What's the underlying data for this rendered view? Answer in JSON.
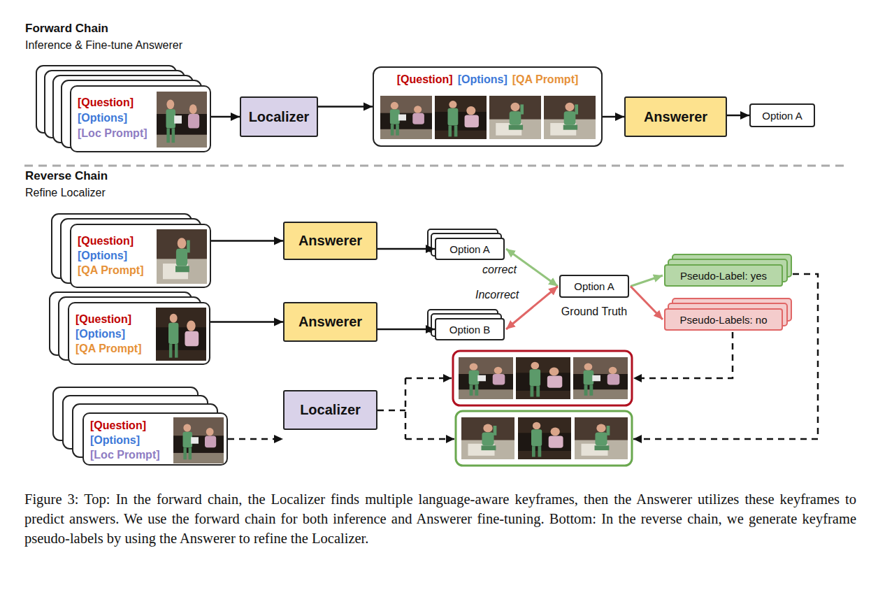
{
  "diagram": {
    "caption": "Figure 3: Top: In the forward chain, the Localizer finds multiple language-aware keyframes, then the Answerer utilizes these keyframes to predict answers. We use the forward chain for both inference and Answerer fine-tuning. Bottom: In the reverse chain, we generate keyframe pseudo-labels by using the Answerer to refine the Localizer.",
    "nodes": [
      {
        "text": [
          "[Question]",
          "[Options]",
          "[Loc Prompt]"
        ]
      },
      {
        "text": [
          "Localizer"
        ]
      },
      {
        "text": [
          "[Question]",
          "[Options]",
          "[QA Prompt]"
        ]
      },
      {
        "text": [
          "Answerer"
        ]
      },
      {
        "text": [
          "Option A"
        ]
      },
      {
        "text": [
          "[Question]",
          "[Options]",
          "[QA Prompt]"
        ]
      },
      {
        "text": [
          "Answerer"
        ]
      },
      {
        "text": [
          "Option A"
        ]
      },
      {
        "text": [
          "[Question]",
          "[Options]",
          "[QA Prompt]"
        ]
      },
      {
        "text": [
          "Answerer"
        ]
      },
      {
        "text": [
          "Option B"
        ]
      },
      {
        "text": [
          "Option A"
        ]
      },
      {
        "text": [
          "Pseudo-Label: yes"
        ]
      },
      {
        "text": [
          "Pseudo-Labels: no"
        ]
      },
      {
        "text": [
          "[Question]",
          "[Options]",
          "[Loc Prompt]"
        ]
      },
      {
        "text": [
          "Localizer"
        ]
      }
    ],
    "edges": [
      {
        "from": 0,
        "to": 1,
        "arrow": "to"
      },
      {
        "from": 1,
        "to": 2,
        "arrow": "to"
      },
      {
        "from": 2,
        "to": 3,
        "arrow": "to"
      },
      {
        "from": 3,
        "to": 4,
        "arrow": "to"
      },
      {
        "from": 5,
        "to": 6,
        "arrow": "to"
      },
      {
        "from": 6,
        "to": 7,
        "arrow": "to"
      },
      {
        "from": 8,
        "to": 9,
        "arrow": "to"
      },
      {
        "from": 9,
        "to": 10,
        "arrow": "to"
      },
      {
        "from": 7,
        "to": 11,
        "label": "correct",
        "arrow": "both"
      },
      {
        "from": 10,
        "to": 11,
        "label": "Incorrect",
        "arrow": "both"
      },
      {
        "from": 11,
        "to": 12,
        "arrow": "to"
      },
      {
        "from": 11,
        "to": 13,
        "arrow": "to"
      },
      {
        "from": 14,
        "to": 15,
        "arrow": "to"
      }
    ],
    "labels": [
      "Forward Chain",
      "Inference & Fine-tune Answerer",
      "Reverse Chain",
      "Refine Localizer",
      "Ground Truth"
    ]
  }
}
